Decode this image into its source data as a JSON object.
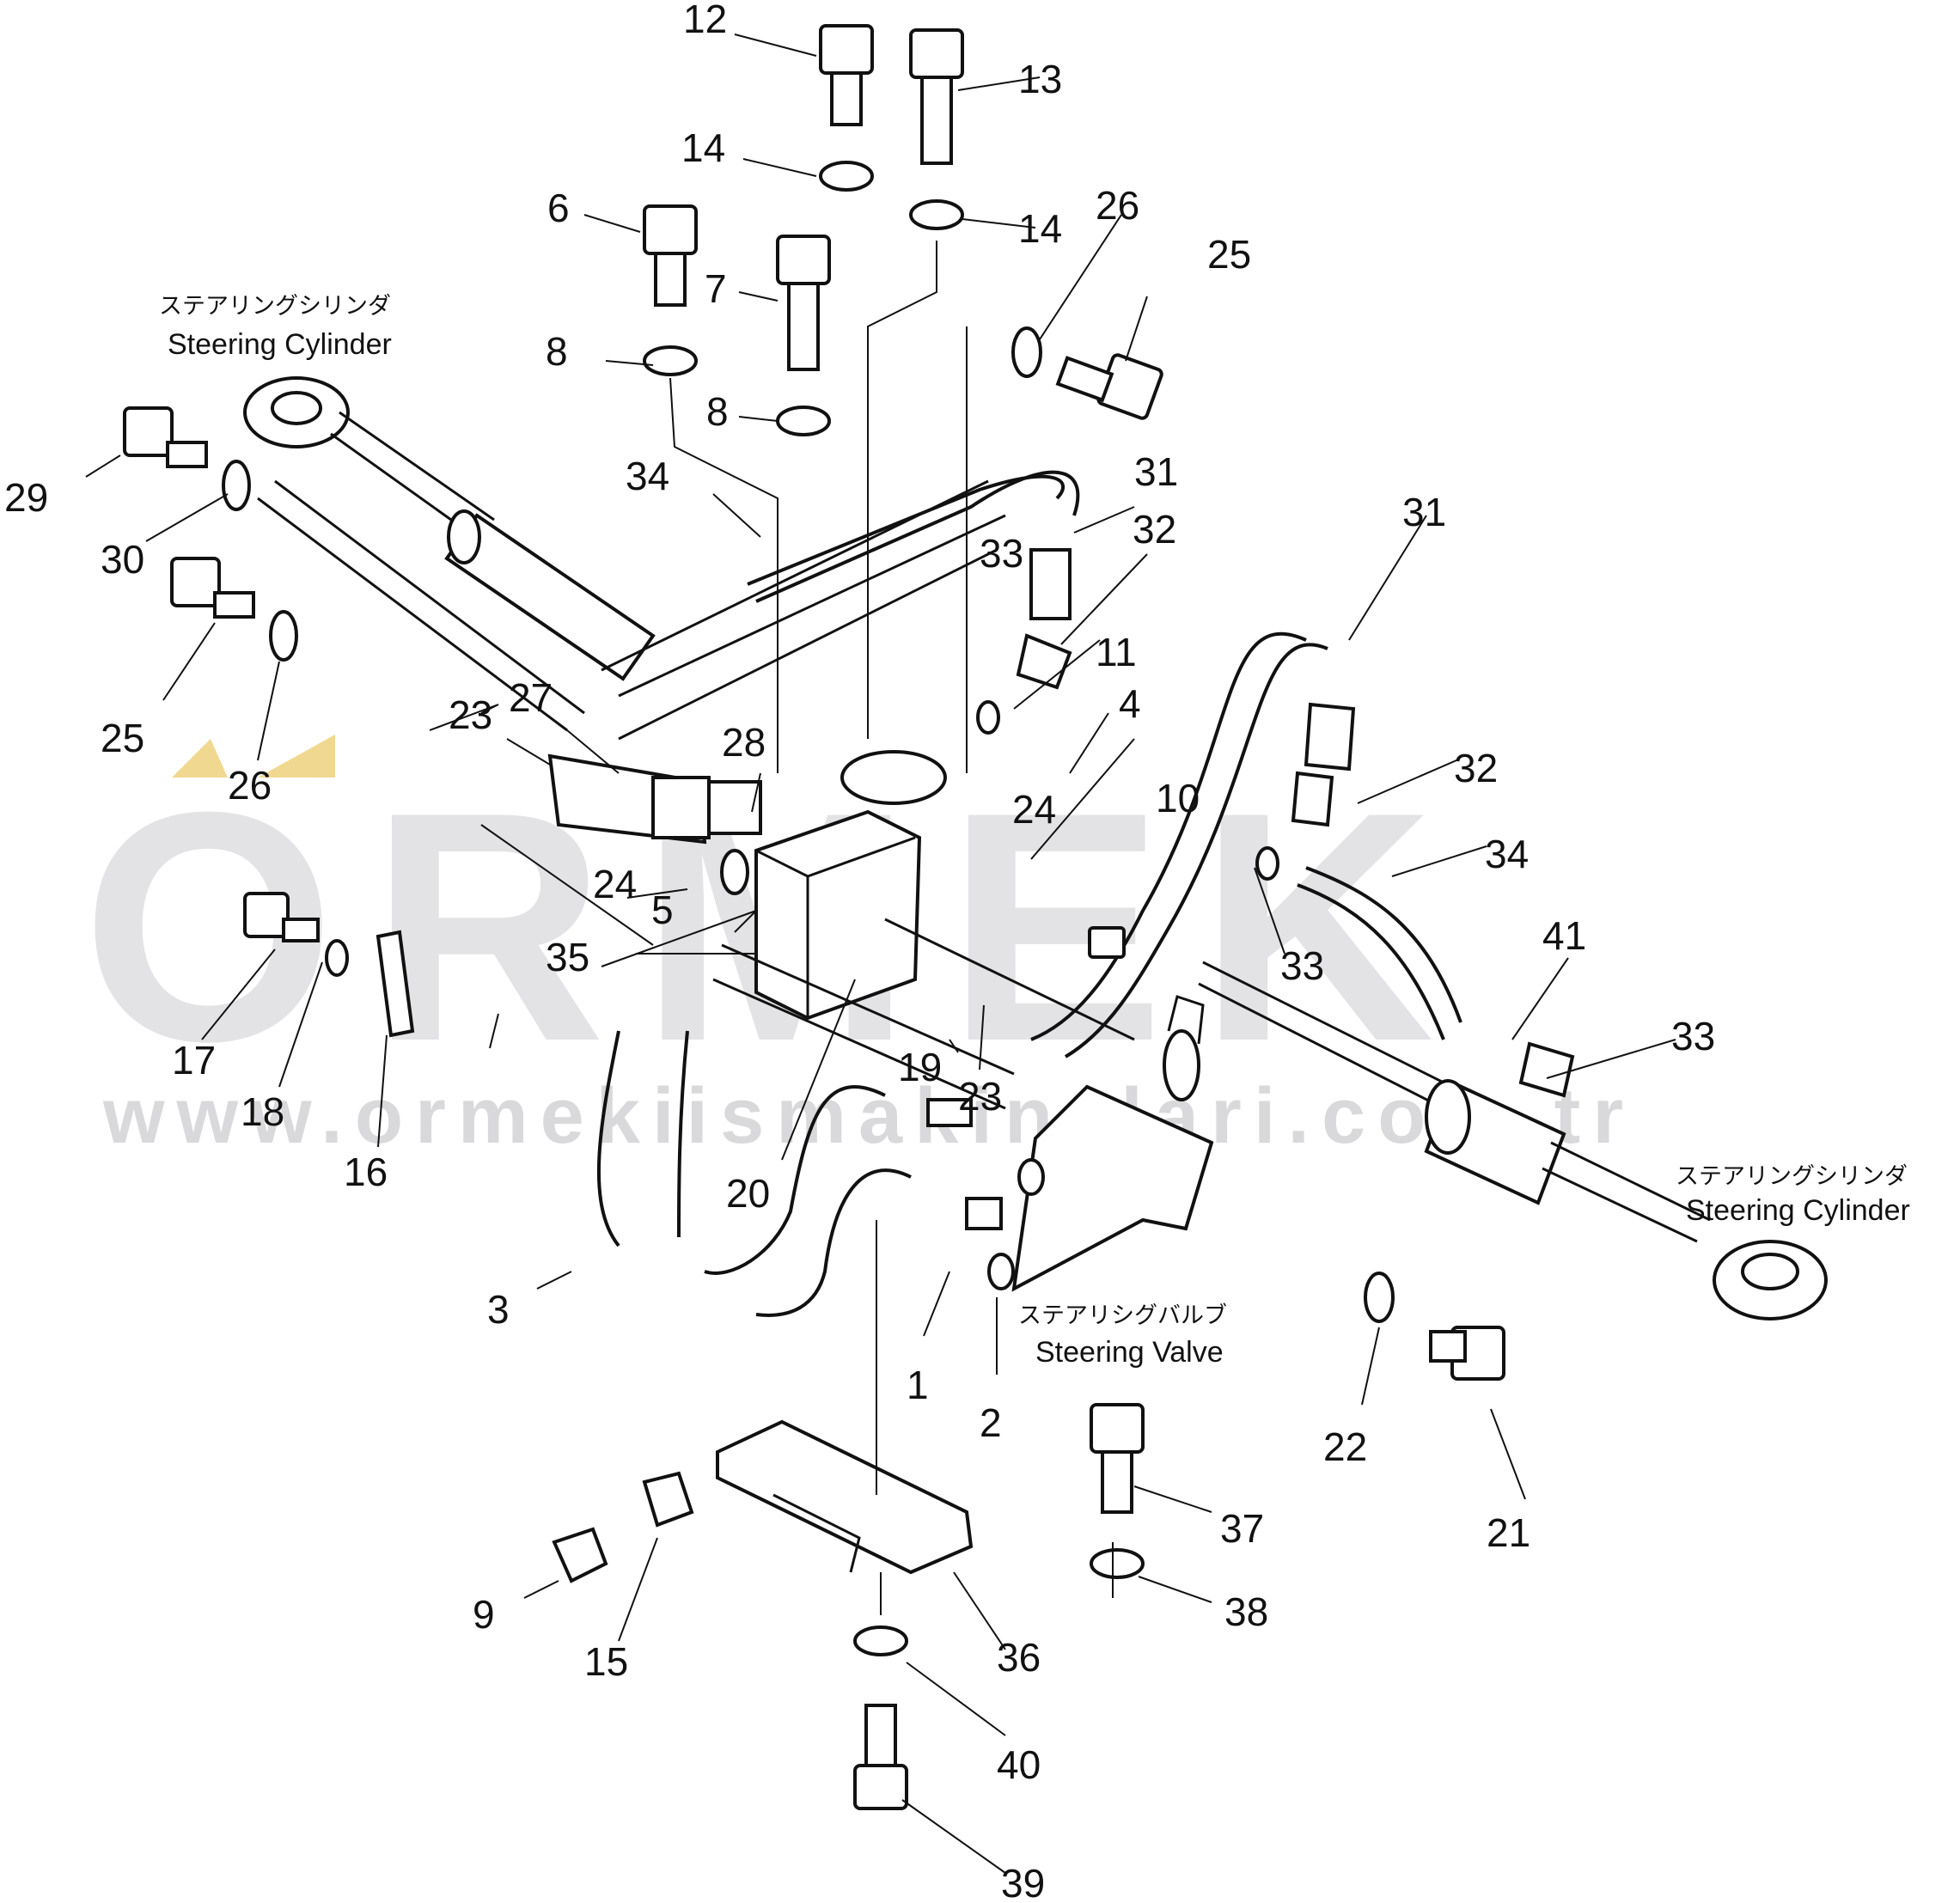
{
  "watermark": {
    "brand": "ORMEK",
    "url": "www.ormekiismakinalari.com.tr",
    "accent_color": "#f0d890"
  },
  "captions": {
    "steering_cylinder_left": {
      "jp": "ステアリングシリンダ",
      "en": "Steering Cylinder"
    },
    "steering_cylinder_right": {
      "jp": "ステアリングシリンダ",
      "en": "Steering Cylinder"
    },
    "steering_valve": {
      "jp": "ステアリシグバルブ",
      "en": "Steering Valve"
    }
  },
  "callouts": [
    "12",
    "13",
    "14",
    "14",
    "6",
    "7",
    "26",
    "25",
    "8",
    "8",
    "29",
    "30",
    "34",
    "31",
    "31",
    "33",
    "32",
    "11",
    "4",
    "25",
    "26",
    "23",
    "27",
    "28",
    "24",
    "24",
    "10",
    "32",
    "34",
    "5",
    "35",
    "33",
    "41",
    "33",
    "17",
    "18",
    "16",
    "19",
    "23",
    "20",
    "3",
    "1",
    "2",
    "22",
    "21",
    "37",
    "9",
    "15",
    "36",
    "38",
    "40",
    "39"
  ]
}
